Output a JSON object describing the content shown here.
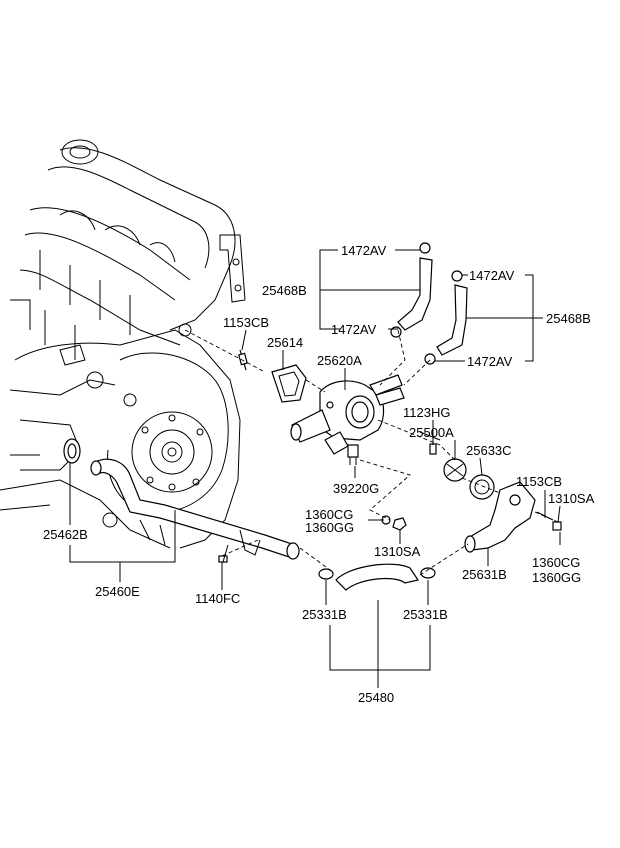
{
  "parts": {
    "p1472av_a": "1472AV",
    "p1472av_b": "1472AV",
    "p1472av_c": "1472AV",
    "p1472av_d": "1472AV",
    "p25468b_left": "25468B",
    "p25468b_right": "25468B",
    "p1153cb_left": "1153CB",
    "p25614": "25614",
    "p25620a": "25620A",
    "p1123hg": "1123HG",
    "p25500a": "25500A",
    "p25633c": "25633C",
    "p1153cb_right": "1153CB",
    "p1310sa_right": "1310SA",
    "p39220g": "39220G",
    "p1360cg_left": "1360CG",
    "p1360gg_left": "1360GG",
    "p1310sa_left": "1310SA",
    "p25631b": "25631B",
    "p1360cg_right": "1360CG",
    "p1360gg_right": "1360GG",
    "p25462b": "25462B",
    "p25460e": "25460E",
    "p1140fc": "1140FC",
    "p25331b_left": "25331B",
    "p25331b_right": "25331B",
    "p25480": "25480"
  }
}
